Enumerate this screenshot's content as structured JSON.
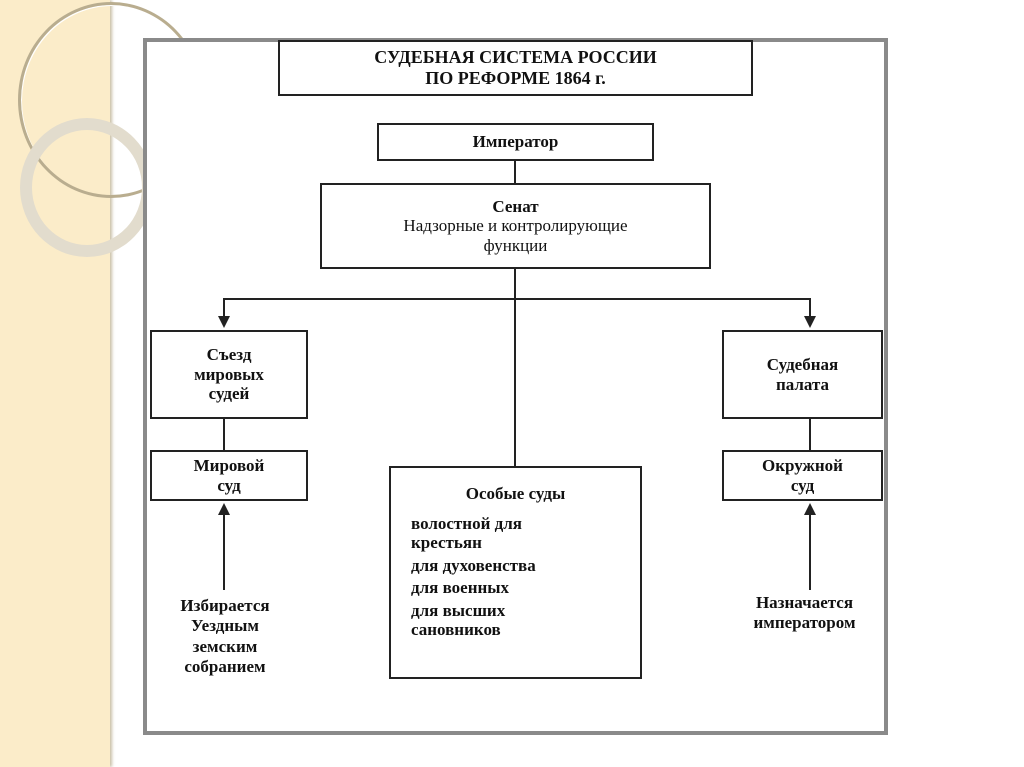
{
  "title": {
    "line1": "СУДЕБНАЯ СИСТЕМА РОССИИ",
    "line2": "ПО РЕФОРМЕ 1864 г."
  },
  "emperor": "Император",
  "senate": {
    "title": "Сенат",
    "line1": "Надзорные и контролирующие",
    "line2": "функции"
  },
  "left": {
    "congress": [
      "Съезд",
      "мировых",
      "судей"
    ],
    "court": [
      "Мировой",
      "суд"
    ],
    "note": [
      "Избирается",
      "Уездным",
      "земским",
      "собранием"
    ]
  },
  "right": {
    "chamber": [
      "Судебная",
      "палата"
    ],
    "court": [
      "Окружной",
      "суд"
    ],
    "note": [
      "Назначается",
      "императором"
    ]
  },
  "special": {
    "title": "Особые суды",
    "items": [
      "волостной для",
      "крестьян",
      "для духовенства",
      "для военных",
      "для высших",
      "сановников"
    ]
  }
}
